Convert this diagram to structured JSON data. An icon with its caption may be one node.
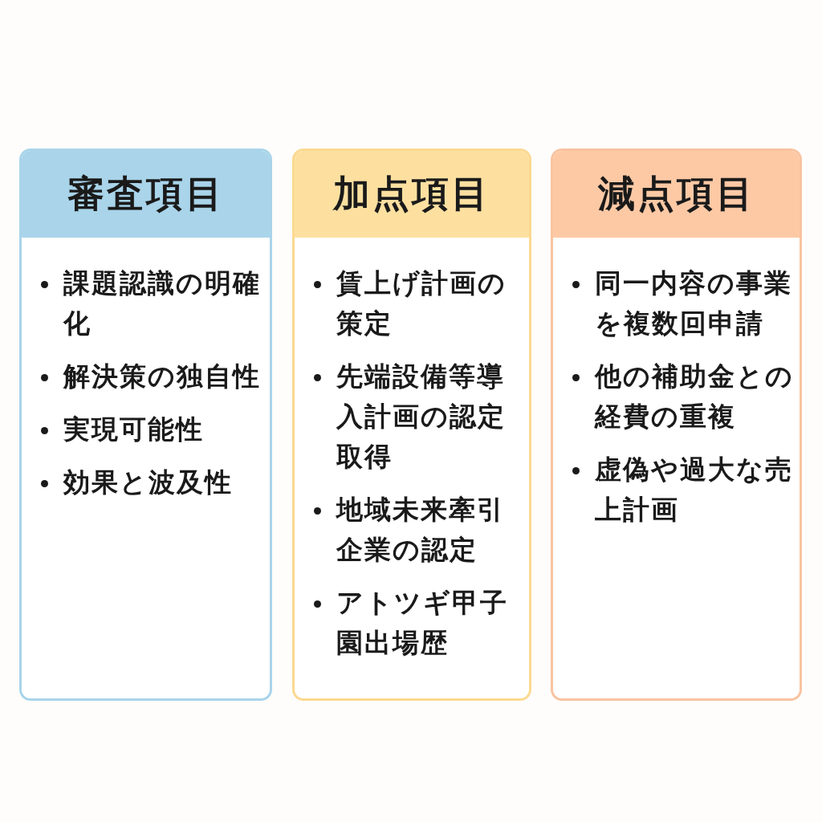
{
  "diagram": {
    "nodes": [
      {
        "text": [
          "審査項目",
          "課題認識の明確化",
          "解決策の独自性",
          "実現可能性",
          "効果と波及性"
        ]
      },
      {
        "text": [
          "加点項目",
          "賃上げ計画の策定",
          "先端設備等導入計画の認定取得",
          "地域未来牽引企業の認定",
          "アトツギ甲子園出場歴"
        ]
      },
      {
        "text": [
          "減点項目",
          "同一内容の事業を複数回申請",
          "他の補助金との経費の重複",
          "虚偽や過大な売上計画"
        ]
      }
    ]
  }
}
